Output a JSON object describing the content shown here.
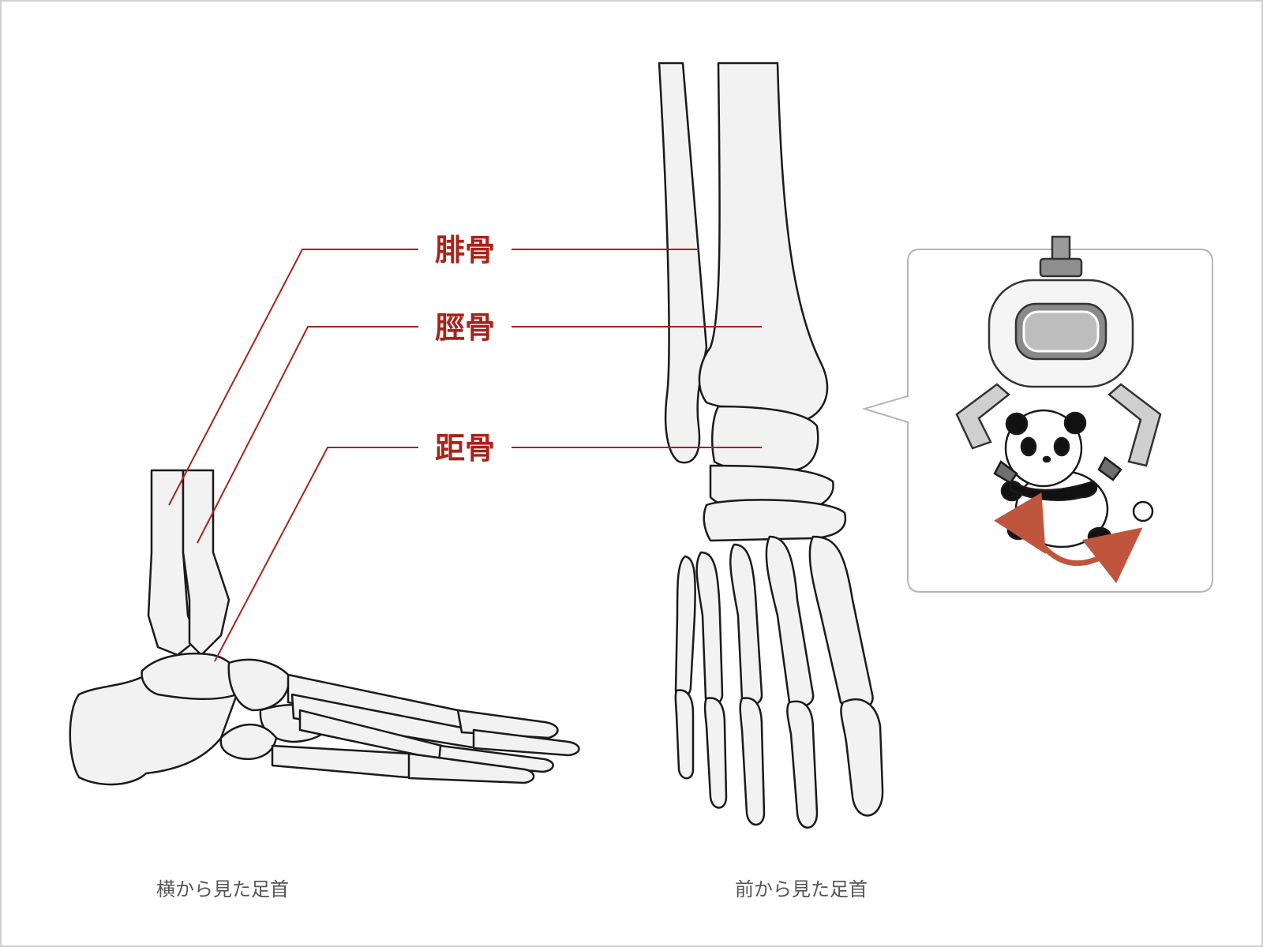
{
  "labels": {
    "fibula": "腓骨",
    "tibia": "脛骨",
    "talus": "距骨"
  },
  "captions": {
    "side": "横から見た足首",
    "front": "前から見た足首"
  },
  "colors": {
    "accent": "#a8231a",
    "bone_fill": "#f2f2f2",
    "bone_stroke": "#1a1a1a",
    "arrow": "#c0553e"
  },
  "inset_icons": [
    "crane-claw-icon",
    "panda-icon",
    "rotation-arrow-icon"
  ]
}
